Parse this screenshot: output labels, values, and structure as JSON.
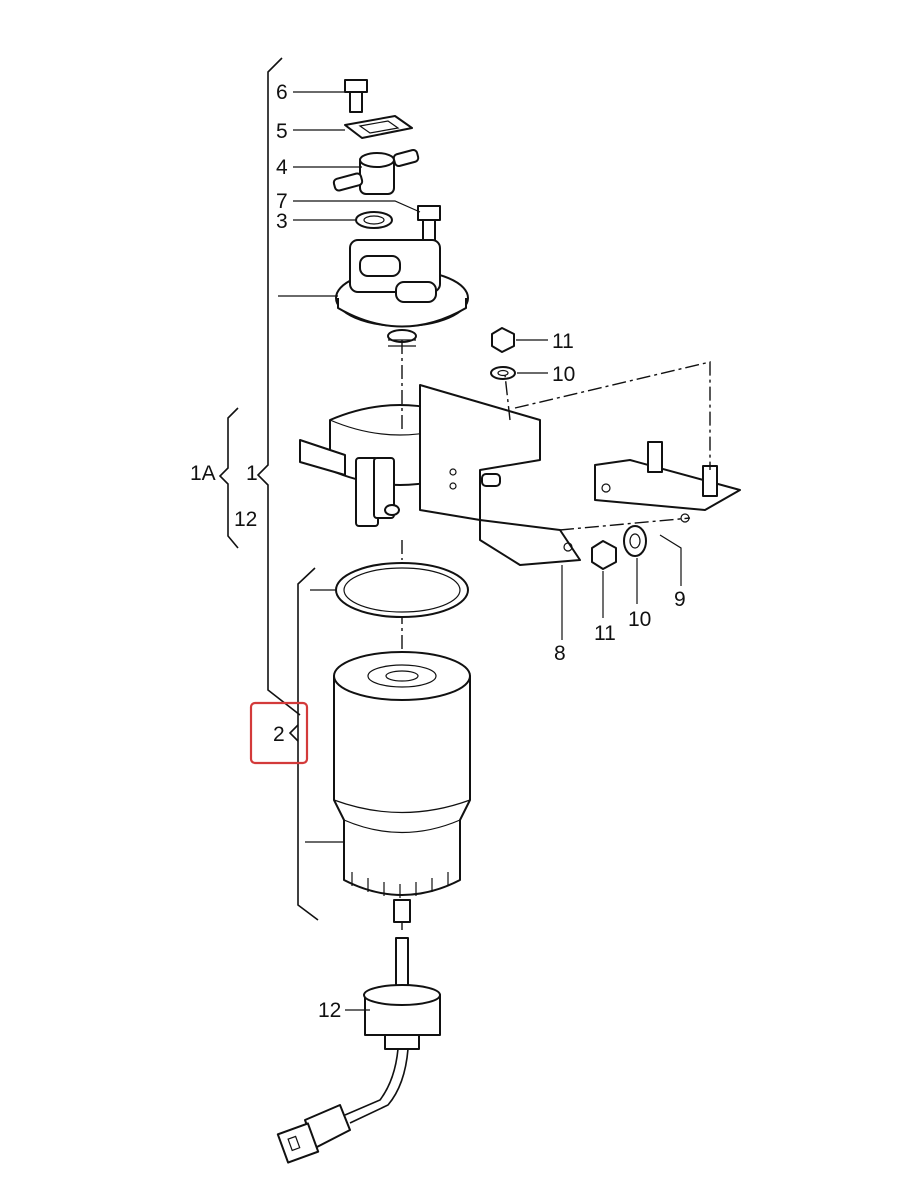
{
  "diagram": {
    "callouts": {
      "c6": "6",
      "c5": "5",
      "c4": "4",
      "c7": "7",
      "c3": "3",
      "c11a": "11",
      "c10a": "10",
      "c1A": "1A",
      "c1": "1",
      "c12a": "12",
      "c2": "2",
      "c8": "8",
      "c11b": "11",
      "c10b": "10",
      "c9": "9",
      "c12b": "12"
    },
    "highlight_color": "#d33a3a"
  }
}
